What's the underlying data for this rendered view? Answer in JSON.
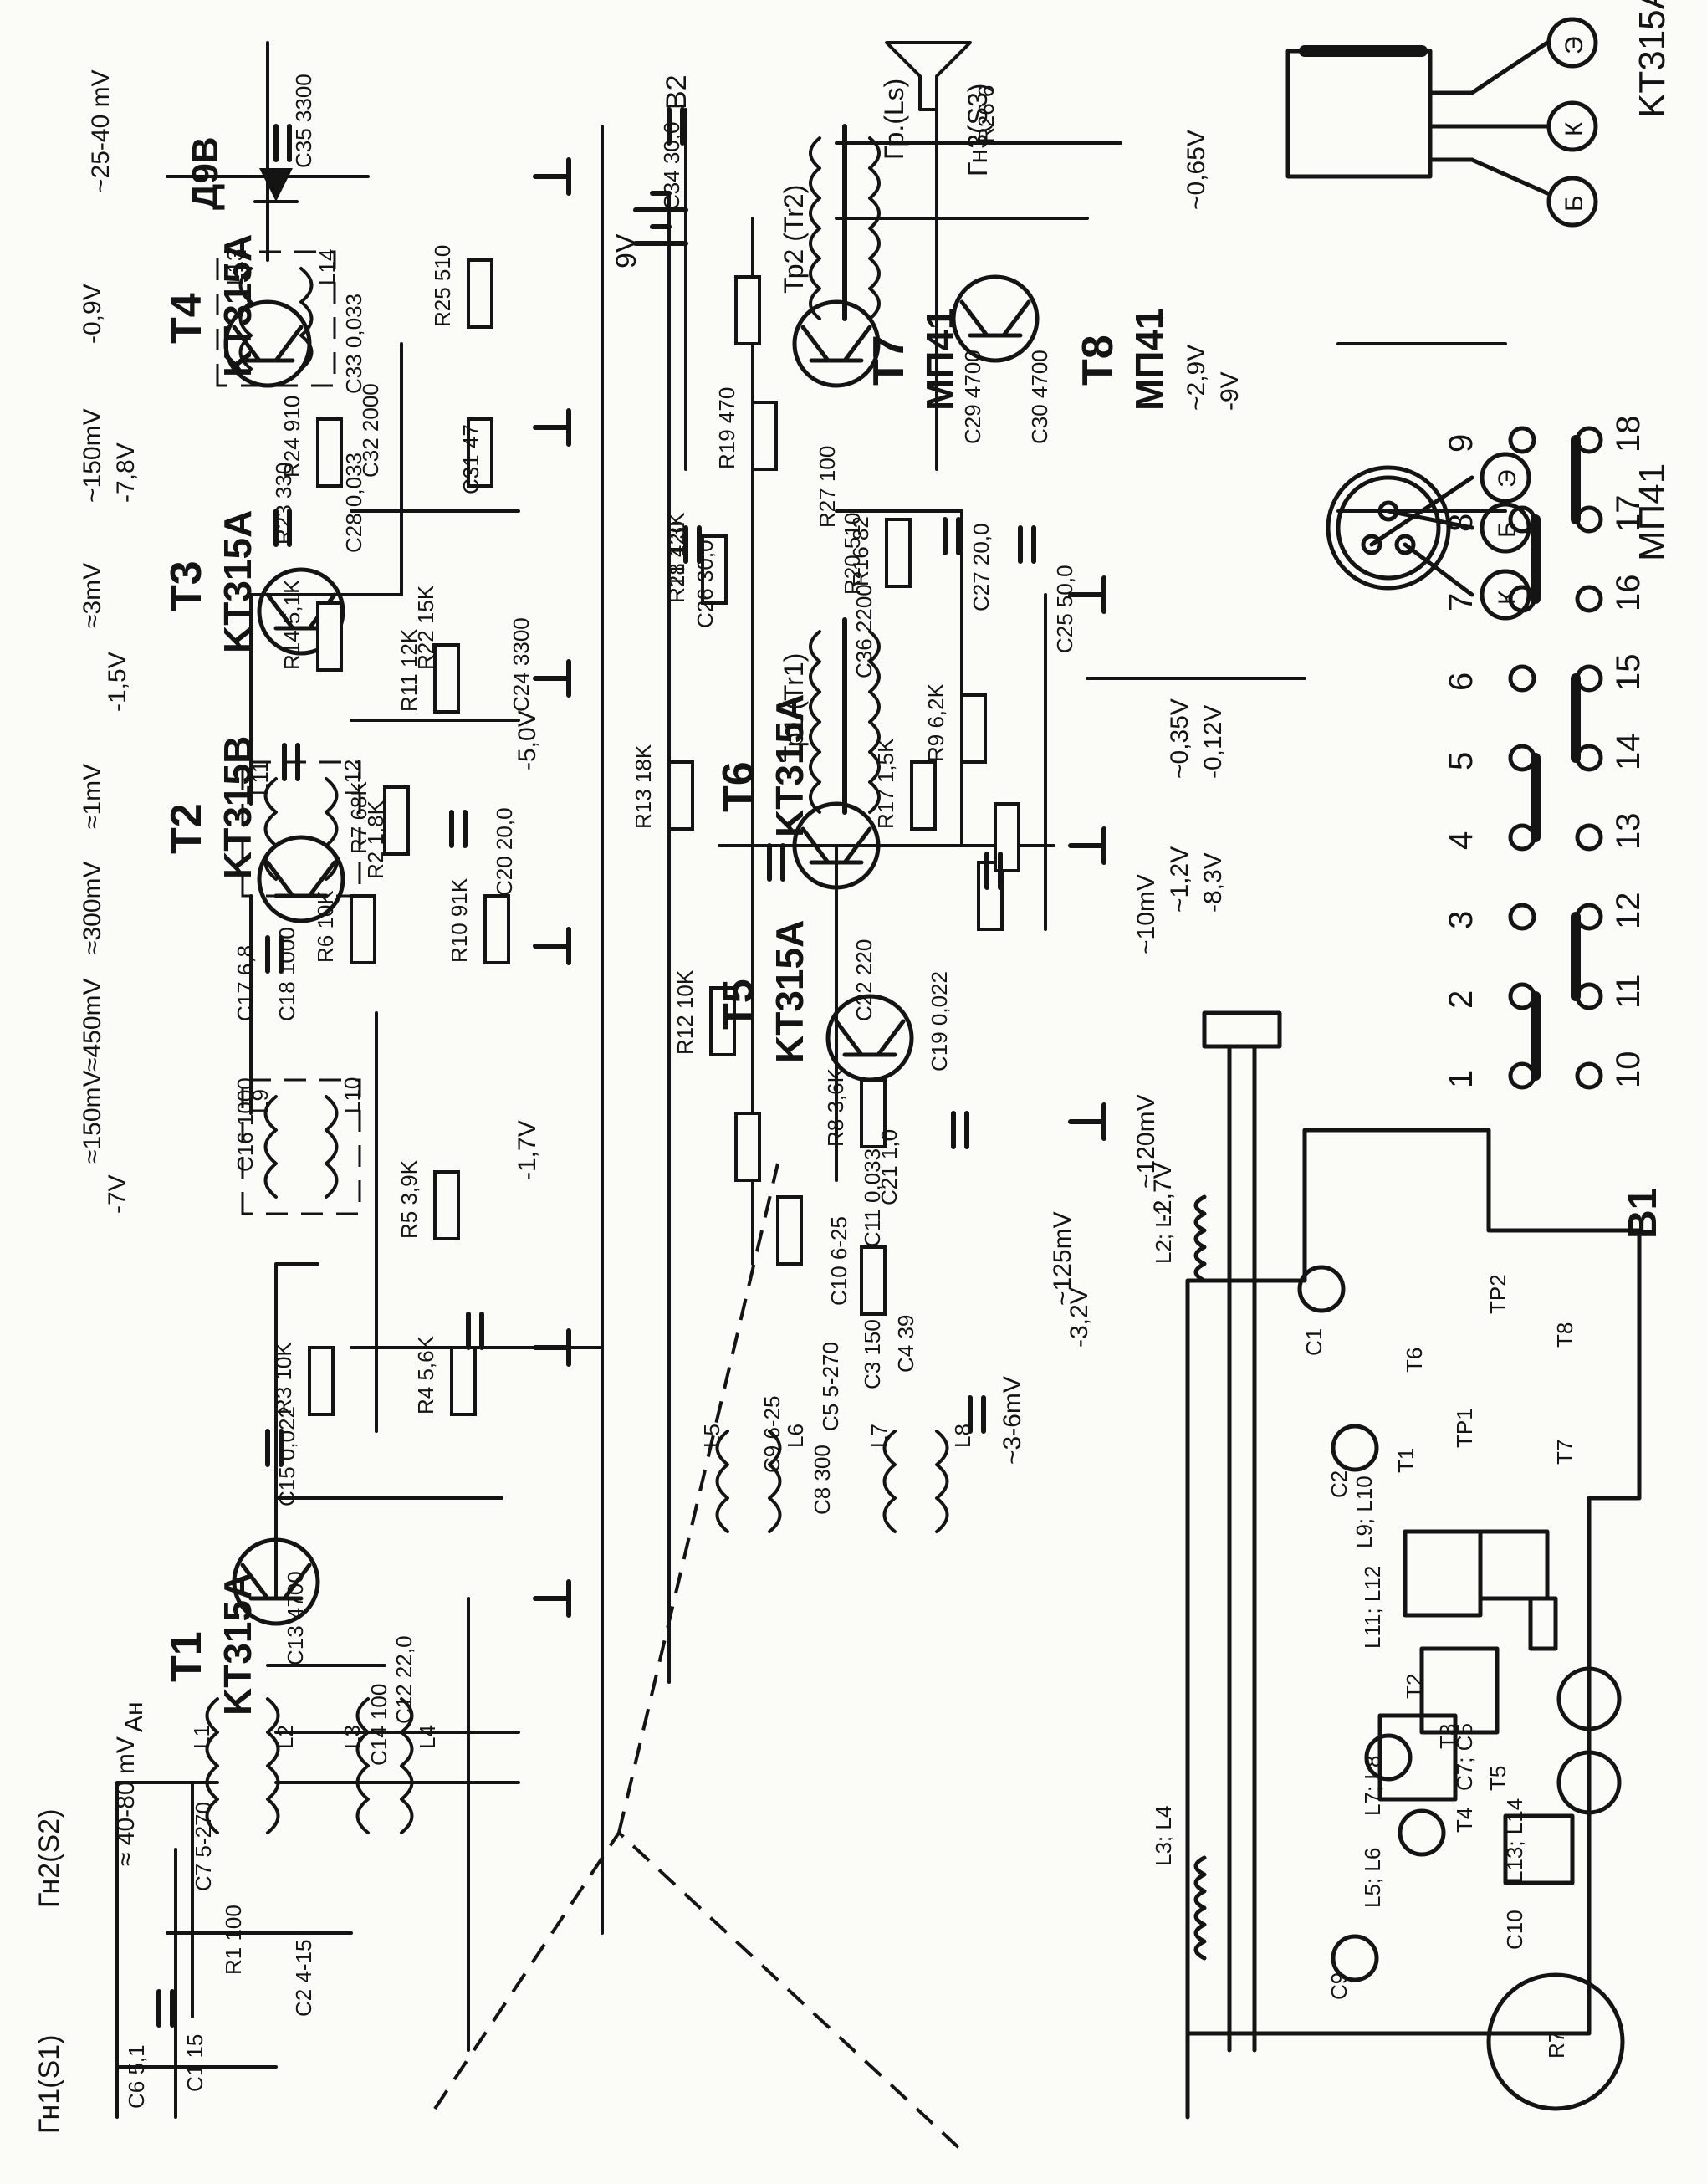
{
  "colors": {
    "ink": "#141414",
    "paper": "#fbfbf8"
  },
  "transistors": {
    "t1": {
      "ref": "T1",
      "type": "KT315A"
    },
    "t2": {
      "ref": "T2",
      "type": "KT315B"
    },
    "t3": {
      "ref": "T3",
      "type": "KT315A"
    },
    "t4": {
      "ref": "T4",
      "type": "KT315A"
    },
    "t5": {
      "ref": "T5",
      "type": "KT315A"
    },
    "t6": {
      "ref": "T6",
      "type": "KT315A"
    },
    "t7": {
      "ref": "T7",
      "type": "МП41"
    },
    "t8": {
      "ref": "T8",
      "type": "МП41"
    }
  },
  "diode": {
    "ref": "Д9В"
  },
  "resistors": [
    {
      "ref": "R1",
      "value": "100"
    },
    {
      "ref": "R2",
      "value": "1,8K"
    },
    {
      "ref": "R3",
      "value": "10K"
    },
    {
      "ref": "R4",
      "value": "5,6K"
    },
    {
      "ref": "R5",
      "value": "3,9K"
    },
    {
      "ref": "R6",
      "value": "10K"
    },
    {
      "ref": "R7",
      "value": "68K"
    },
    {
      "ref": "R8",
      "value": "3,6K"
    },
    {
      "ref": "R9",
      "value": "6,2K"
    },
    {
      "ref": "R10",
      "value": "91K"
    },
    {
      "ref": "R11",
      "value": "12K"
    },
    {
      "ref": "R12",
      "value": "10K"
    },
    {
      "ref": "R13",
      "value": "18K"
    },
    {
      "ref": "R14",
      "value": "5,1K"
    },
    {
      "ref": "R16",
      "value": "82"
    },
    {
      "ref": "R17",
      "value": "1,5K"
    },
    {
      "ref": "R18",
      "value": "4,3K"
    },
    {
      "ref": "R19",
      "value": "470"
    },
    {
      "ref": "R20",
      "value": "510"
    },
    {
      "ref": "R21",
      "value": "120"
    },
    {
      "ref": "R22",
      "value": "15K"
    },
    {
      "ref": "R23",
      "value": "330"
    },
    {
      "ref": "R24",
      "value": "910"
    },
    {
      "ref": "R25",
      "value": "510"
    },
    {
      "ref": "R26",
      "value": "6"
    },
    {
      "ref": "R27",
      "value": "100"
    }
  ],
  "capacitors": [
    {
      "ref": "C1",
      "value": "15"
    },
    {
      "ref": "C2",
      "value": "4-15"
    },
    {
      "ref": "C3",
      "value": "150"
    },
    {
      "ref": "C4",
      "value": "39"
    },
    {
      "ref": "C5",
      "value": "5-270"
    },
    {
      "ref": "C6",
      "value": "5,1"
    },
    {
      "ref": "C7",
      "value": "5-270"
    },
    {
      "ref": "C8",
      "value": "300"
    },
    {
      "ref": "C9",
      "value": "6-25"
    },
    {
      "ref": "C10",
      "value": "6-25"
    },
    {
      "ref": "C11",
      "value": "0,033"
    },
    {
      "ref": "C12",
      "value": "22,0"
    },
    {
      "ref": "C13",
      "value": "4700"
    },
    {
      "ref": "C14",
      "value": "100"
    },
    {
      "ref": "C15",
      "value": "0,022"
    },
    {
      "ref": "C16",
      "value": "1000"
    },
    {
      "ref": "C17",
      "value": "6,8"
    },
    {
      "ref": "C18",
      "value": "1000"
    },
    {
      "ref": "C19",
      "value": "0,022"
    },
    {
      "ref": "C20",
      "value": "20,0"
    },
    {
      "ref": "C21",
      "value": "1,0"
    },
    {
      "ref": "C22",
      "value": "220"
    },
    {
      "ref": "C24",
      "value": "3300"
    },
    {
      "ref": "C25",
      "value": "50,0"
    },
    {
      "ref": "C26",
      "value": "30,0"
    },
    {
      "ref": "C27",
      "value": "20,0"
    },
    {
      "ref": "C28",
      "value": "0,033"
    },
    {
      "ref": "C29",
      "value": "4700"
    },
    {
      "ref": "C30",
      "value": "4700"
    },
    {
      "ref": "C31",
      "value": "47"
    },
    {
      "ref": "C32",
      "value": "2000"
    },
    {
      "ref": "C33",
      "value": "0,033"
    },
    {
      "ref": "C34",
      "value": "30,0"
    },
    {
      "ref": "C35",
      "value": "3300"
    },
    {
      "ref": "C36",
      "value": "2200"
    }
  ],
  "coils": [
    "L1",
    "L2",
    "L3",
    "L4",
    "L5",
    "L6",
    "L7",
    "L8",
    "L9",
    "L10",
    "L11",
    "L12",
    "L13",
    "L14"
  ],
  "transformers": {
    "tr1": "Тр1 (Tr1)",
    "tr2": "Тр2 (Tr2)"
  },
  "connectors": {
    "gn1": "Гн1(S1)",
    "gn2": "Гн2(S2)",
    "gn3": "Гн3(S3)",
    "speaker": "Гр.(Ls)",
    "antenna": "Ан",
    "battery": "9V",
    "switch_b2": "B2"
  },
  "switch_b1": {
    "ref": "B1",
    "pins": [
      "1",
      "2",
      "3",
      "4",
      "5",
      "6",
      "7",
      "8",
      "9",
      "10",
      "11",
      "12",
      "13",
      "14",
      "15",
      "16",
      "17",
      "18"
    ],
    "pin_labels": [
      "1",
      "2",
      "4",
      "5",
      "6",
      "7",
      "8",
      "9",
      "10",
      "11",
      "12",
      "13",
      "14",
      "15",
      "16",
      "17",
      "18"
    ]
  },
  "levels": [
    "≈ 40-80 mV",
    "~25-40 mV",
    "-0,9V",
    "~150mV",
    "-7,8V",
    "≈3mV",
    "-1,5V",
    "≈1mV",
    "≈300mV",
    "≈450mV",
    "≈150mV",
    "-7V",
    "-1,7V",
    "-5,0V",
    "~3-6mV",
    "~125mV",
    "-3,2V",
    "~120mV",
    "-2,7V",
    "~10mV",
    "~1,2V",
    "-8,3V",
    "~0,35V",
    "-0,12V",
    "~2,9V",
    "-9V",
    "~0,65V"
  ],
  "pinouts": {
    "kt315": {
      "type": "KT315A",
      "pins": [
        "Э",
        "К",
        "Б"
      ]
    },
    "mp41": {
      "type": "МП41",
      "pins": [
        "Э",
        "Б",
        "К"
      ]
    }
  },
  "board": {
    "labels": [
      "L2; L1",
      "L3; L4",
      "C1",
      "C2",
      "L9; L10",
      "T1",
      "T6",
      "L11; L12",
      "T2",
      "T3",
      "T4",
      "T5",
      "ТР1",
      "ТР2",
      "T7",
      "T8",
      "L7; L8",
      "L5; L6",
      "C7; C5",
      "L13; L14",
      "C9",
      "C10",
      "R7"
    ]
  }
}
